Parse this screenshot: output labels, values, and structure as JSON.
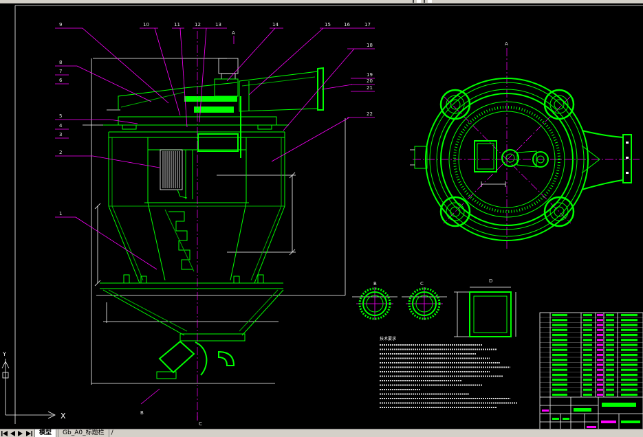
{
  "layout_tabs": {
    "nav_icons": [
      "first-layout-icon",
      "prev-layout-icon",
      "next-layout-icon",
      "last-layout-icon"
    ],
    "items": [
      {
        "label": "模型",
        "active": true
      },
      {
        "label": "Gb_A0_标题栏",
        "active": false
      }
    ],
    "trailing_separator": "/"
  },
  "ucs_icon": {
    "x_axis": "X",
    "y_axis": "Y"
  },
  "drawing": {
    "part_labels": {
      "top_row": [
        "9",
        "10",
        "11",
        "12",
        "13",
        "14",
        "15",
        "16",
        "17"
      ],
      "right_column": [
        "18",
        "19",
        "20",
        "21",
        "22"
      ],
      "left_column": [
        "8",
        "7",
        "6",
        "5",
        "4",
        "3",
        "2",
        "1"
      ]
    },
    "view_labels": {
      "elevation_a": "A",
      "plan_a": "A",
      "section_b": "B",
      "section_c": "C",
      "view_d": "D",
      "cut_b": "B",
      "cut_c": "C"
    },
    "notes_heading": "技术要求"
  },
  "colors": {
    "background": "#000000",
    "outline": "#00ff00",
    "leader": "#ff00ff",
    "dimension": "#ffffff",
    "ui_chrome": "#d4d0c8"
  }
}
